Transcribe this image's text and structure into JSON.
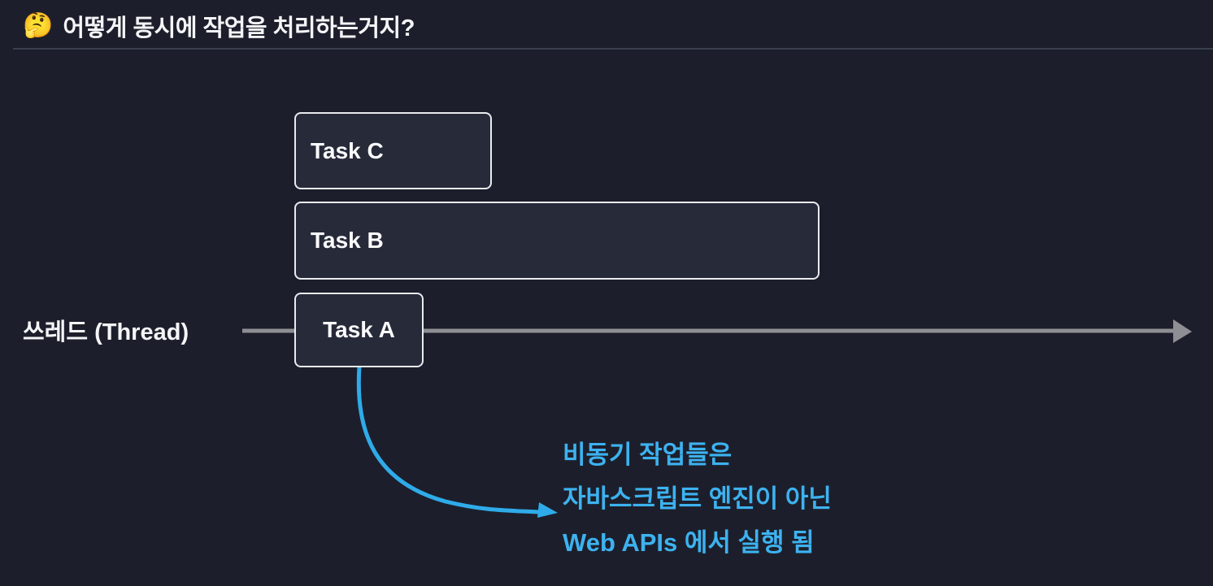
{
  "header": {
    "emoji": "🤔",
    "title": "어떻게 동시에 작업을 처리하는거지?"
  },
  "diagram": {
    "thread_label": "쓰레드 (Thread)",
    "tasks": [
      {
        "label": "Task C"
      },
      {
        "label": "Task B"
      },
      {
        "label": "Task A"
      }
    ],
    "annotation": {
      "lines": [
        "비동기 작업들은",
        "자바스크립트 엔진이 아닌",
        "Web APIs 에서 실행 됨"
      ]
    },
    "colors": {
      "accent_blue": "#2fabe9",
      "annotation_blue": "#3db2f0",
      "arrow_gray": "#8e8e95",
      "background": "#1c1f2b",
      "box_fill": "#262a39",
      "box_border": "#e9ebf0"
    }
  }
}
